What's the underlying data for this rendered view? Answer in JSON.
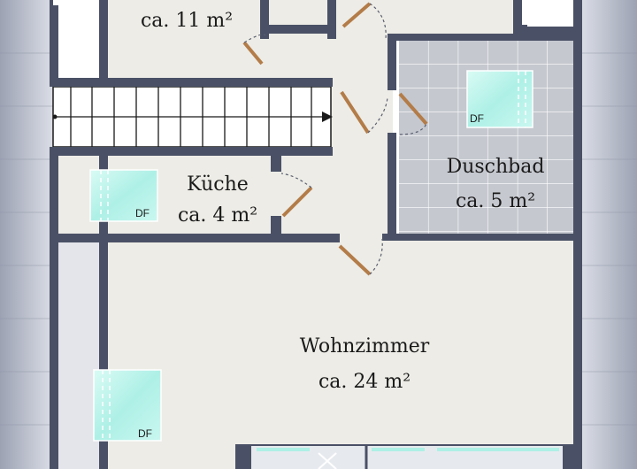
{
  "rooms": {
    "top": {
      "area": "ca. 11 m²"
    },
    "kitchen": {
      "name": "Küche",
      "area": "ca. 4 m²"
    },
    "bath": {
      "name": "Duschbad",
      "area": "ca. 5 m²"
    },
    "living": {
      "name": "Wohnzimmer",
      "area": "ca. 24 m²"
    }
  },
  "skylights": {
    "bath": "DF",
    "kitchen": "DF",
    "living": "DF"
  },
  "colors": {
    "wall": "#4a5166",
    "floor": "#edece6",
    "slope": "#b3b8c6",
    "tile": "#c5c8cf",
    "skylight": "#aef0e6",
    "door_leaf": "#b37c48"
  }
}
